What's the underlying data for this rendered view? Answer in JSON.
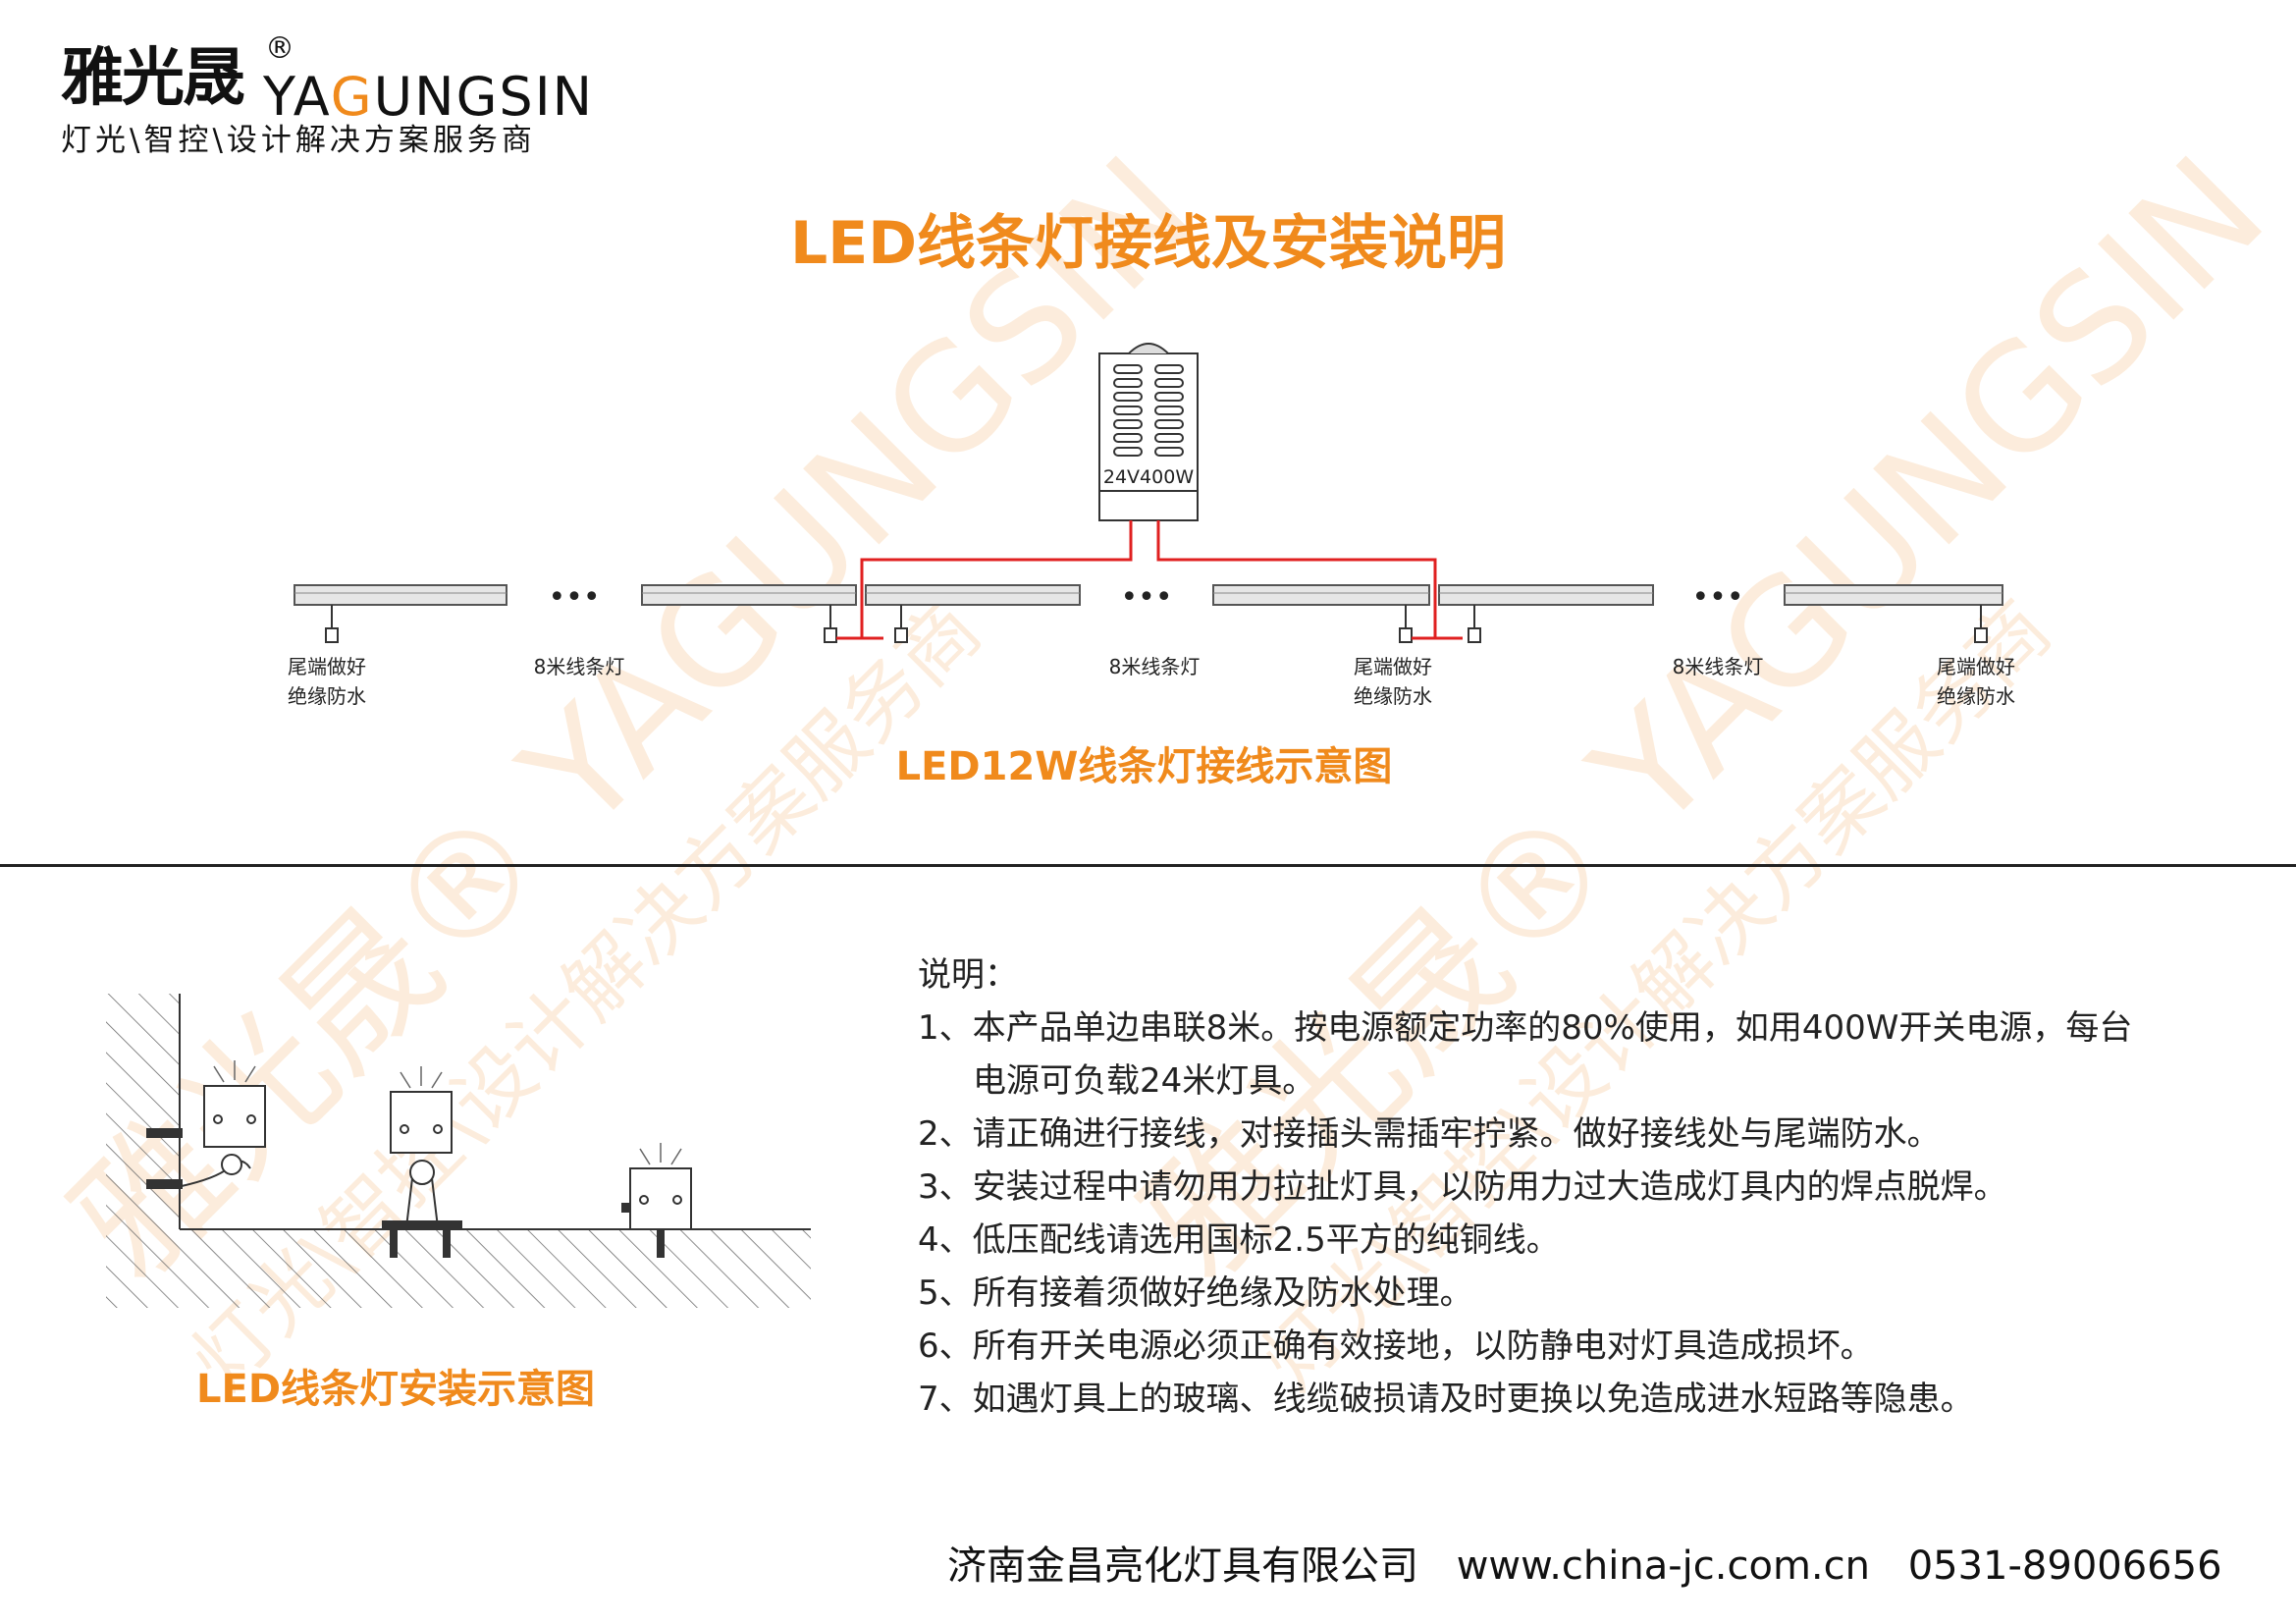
{
  "brand": {
    "name_cn": "雅光晟",
    "registered": "®",
    "name_en_1": "YA",
    "name_en_2": "G",
    "name_en_3": "UNGSIN",
    "tagline": "灯光\\智控\\设计解决方案服务商"
  },
  "colors": {
    "accent": "#f08a1c",
    "wire": "#e02020",
    "watermark": "#fbe3cc",
    "line": "#222222"
  },
  "title": "LED线条灯接线及安装说明",
  "wiring_diagram": {
    "power_supply_label": "24V400W",
    "ellipsis": "•••",
    "labels": {
      "end_left": [
        "尾端做好",
        "绝缘防水"
      ],
      "strip_1": "8米线条灯",
      "strip_2": "8米线条灯",
      "end_mid": [
        "尾端做好",
        "绝缘防水"
      ],
      "strip_3": "8米线条灯",
      "end_right": [
        "尾端做好",
        "绝缘防水"
      ]
    },
    "caption": "LED12W线条灯接线示意图"
  },
  "install_diagram": {
    "caption": "LED线条灯安装示意图"
  },
  "notes": {
    "heading": "说明：",
    "items": [
      "1、本产品单边串联8米。按电源额定功率的80%使用，如用400W开关电源，每台",
      "电源可负载24米灯具。",
      "2、请正确进行接线，对接插头需插牢拧紧。做好接线处与尾端防水。",
      "3、安装过程中请勿用力拉扯灯具，以防用力过大造成灯具内的焊点脱焊。",
      "4、低压配线请选用国标2.5平方的纯铜线。",
      "5、所有接着须做好绝缘及防水处理。",
      "6、所有开关电源必须正确有效接地，以防静电对灯具造成损坏。",
      "7、如遇灯具上的玻璃、线缆破损请及时更换以免造成进水短路等隐患。"
    ]
  },
  "footer": {
    "company": "济南金昌亮化灯具有限公司",
    "website": "www.china-jc.com.cn",
    "phone": "0531-89006656"
  }
}
